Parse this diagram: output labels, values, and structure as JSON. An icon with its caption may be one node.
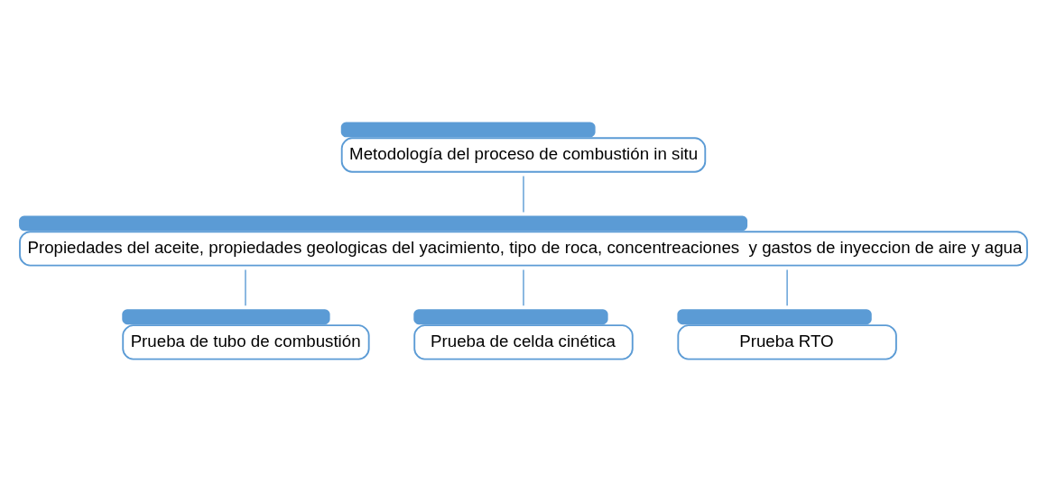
{
  "diagram": {
    "nodes": [
      {
        "text": [
          "Metodología del proceso de combustión in situ"
        ]
      },
      {
        "text": [
          "Propiedades del aceite, propiedades geologicas del yacimiento, tipo de roca, concentreaciones  y gastos de inyeccion de aire y agua"
        ]
      },
      {
        "text": [
          "Prueba de tubo de combustión"
        ]
      },
      {
        "text": [
          "Prueba de celda cinética"
        ]
      },
      {
        "text": [
          "Prueba RTO"
        ]
      }
    ],
    "edges": [
      {
        "from": 0,
        "to": 1,
        "arrow": "none"
      },
      {
        "from": 1,
        "to": 2,
        "arrow": "none"
      },
      {
        "from": 1,
        "to": 3,
        "arrow": "none"
      },
      {
        "from": 1,
        "to": 4,
        "arrow": "none"
      }
    ]
  }
}
